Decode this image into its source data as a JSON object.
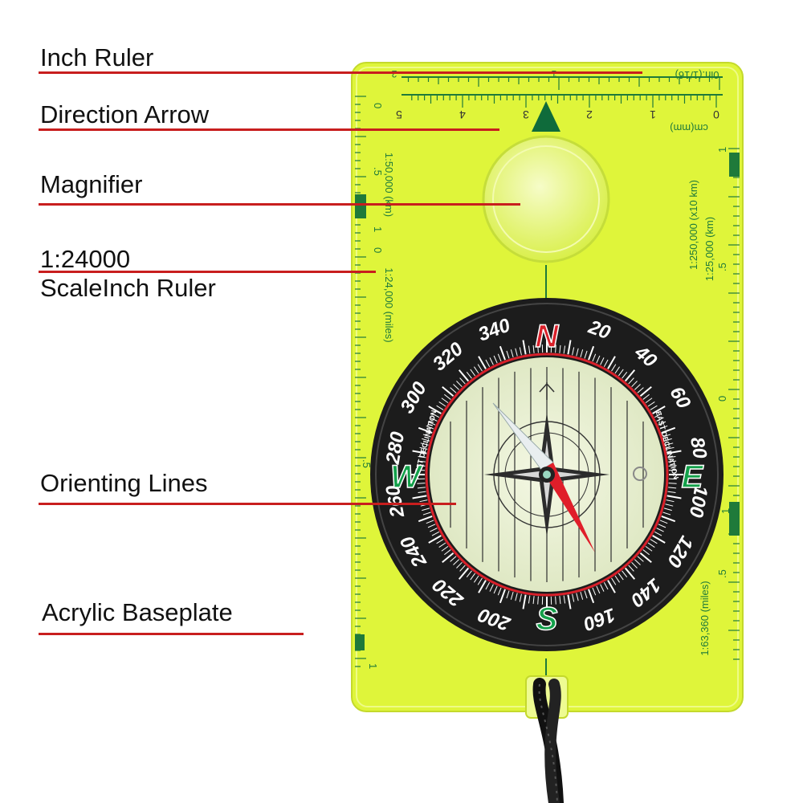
{
  "callouts": [
    {
      "id": "inch-ruler",
      "label": "Inch Ruler"
    },
    {
      "id": "direction-arrow",
      "label": "Direction Arrow"
    },
    {
      "id": "magnifier",
      "label": "Magnifier"
    },
    {
      "id": "scale-24000",
      "label": "1:24000",
      "label2": "ScaleInch Ruler"
    },
    {
      "id": "orienting-lines",
      "label": "Orienting Lines"
    },
    {
      "id": "acrylic-baseplate",
      "label": "Acrylic Baseplate"
    }
  ],
  "rulers": {
    "inch": {
      "unit_label": "0in.(1/16)",
      "marks": [
        "2",
        "1",
        "0"
      ]
    },
    "cm": {
      "unit_label": "cm(mm)",
      "marks": [
        "5",
        "4",
        "3",
        "2",
        "1",
        "0"
      ]
    },
    "left_scale_top": {
      "label": "1:50,000 (km)",
      "marks": [
        "0",
        ".5",
        "1"
      ]
    },
    "left_scale_bottom": {
      "label": "1:24,000 (miles)",
      "marks": [
        "0",
        ".5",
        "1"
      ]
    },
    "right_scale_top": {
      "label": "1:250,000 (x10 km)",
      "label2": "1:25,000 (km)",
      "marks": [
        "1",
        ".5",
        "0"
      ]
    },
    "right_scale_bottom": {
      "label": "1:63,360 (miles)",
      "marks": [
        "1",
        ".5"
      ]
    }
  },
  "bezel": {
    "degrees": [
      "20",
      "40",
      "60",
      "80",
      "100",
      "120",
      "140",
      "160",
      "200",
      "220",
      "240",
      "260",
      "280",
      "300",
      "320",
      "340"
    ],
    "cardinals": {
      "N": "N",
      "E": "E",
      "S": "S",
      "W": "W"
    },
    "west_declination": "WEST DECLINATION",
    "east_declination": "EAST DECLINATION"
  },
  "colors": {
    "baseplate": "#dff53a",
    "ruler_green": "#1f7a3a",
    "callout_line": "#c81e1e",
    "bezel": "#1c1c1c",
    "needle_red": "#e01e2a",
    "cardinal_red": "#d9202a",
    "cardinal_green": "#13a04a"
  }
}
